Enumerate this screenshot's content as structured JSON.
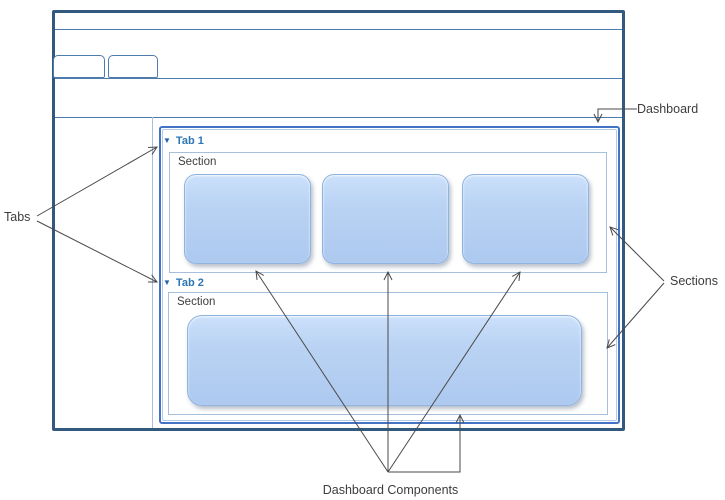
{
  "colors": {
    "window_border": "#33597F",
    "line": "#4E7CAD",
    "divider_light": "#A5BFDC",
    "dashboard_border": "#4472C4",
    "dashboard_inner_border": "#AFCBE9",
    "section_border": "#A5BFDC",
    "component_fill_top": "#CBE0FA",
    "component_fill_bottom": "#ADC9EF",
    "component_border": "#90B4E0",
    "tab_text": "#2E75B6",
    "triangle": "#2563A8",
    "text": "#3D3D3D",
    "arrow": "#4A4A4A"
  },
  "icons": {
    "dropdown_triangle": "▼"
  },
  "dashboard": {
    "tabs": [
      {
        "label": "Tab 1",
        "section_label": "Section",
        "component_count": 3
      },
      {
        "label": "Tab 2",
        "section_label": "Section",
        "component_count": 1
      }
    ]
  },
  "annotations": {
    "dashboard": "Dashboard",
    "tabs": "Tabs",
    "sections": "Sections",
    "components": "Dashboard Components"
  }
}
